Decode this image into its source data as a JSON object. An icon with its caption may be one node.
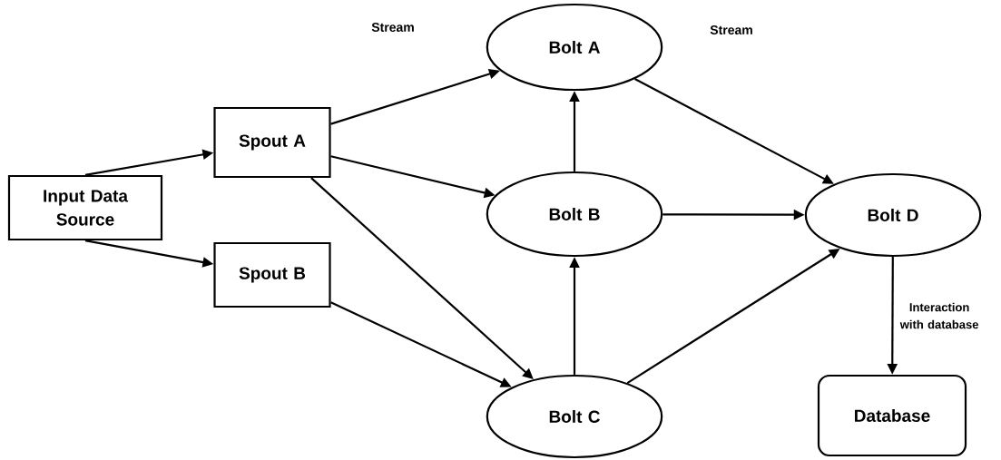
{
  "diagram": {
    "nodes": [
      {
        "text": [
          "Input Data Source"
        ]
      },
      {
        "text": [
          "Spout A"
        ]
      },
      {
        "text": [
          "Spout B"
        ]
      },
      {
        "text": [
          "Bolt A"
        ]
      },
      {
        "text": [
          "Bolt B"
        ]
      },
      {
        "text": [
          "Bolt C"
        ]
      },
      {
        "text": [
          "Bolt D"
        ]
      },
      {
        "text": [
          "Database"
        ]
      }
    ],
    "edges": [
      {
        "from": 0,
        "to": 1,
        "arrow": "to"
      },
      {
        "from": 0,
        "to": 2,
        "arrow": "to"
      },
      {
        "from": 1,
        "to": 3,
        "arrow": "to"
      },
      {
        "from": 1,
        "to": 4,
        "arrow": "to"
      },
      {
        "from": 1,
        "to": 5,
        "arrow": "to"
      },
      {
        "from": 2,
        "to": 5,
        "arrow": "to"
      },
      {
        "from": 4,
        "to": 3,
        "arrow": "to"
      },
      {
        "from": 5,
        "to": 4,
        "arrow": "to"
      },
      {
        "from": 3,
        "to": 6,
        "arrow": "to"
      },
      {
        "from": 4,
        "to": 6,
        "arrow": "to"
      },
      {
        "from": 5,
        "to": 6,
        "arrow": "to"
      },
      {
        "from": 6,
        "to": 7,
        "arrow": "to",
        "label": "Interaction with database"
      }
    ],
    "labels": [
      "Stream",
      "Stream"
    ]
  }
}
